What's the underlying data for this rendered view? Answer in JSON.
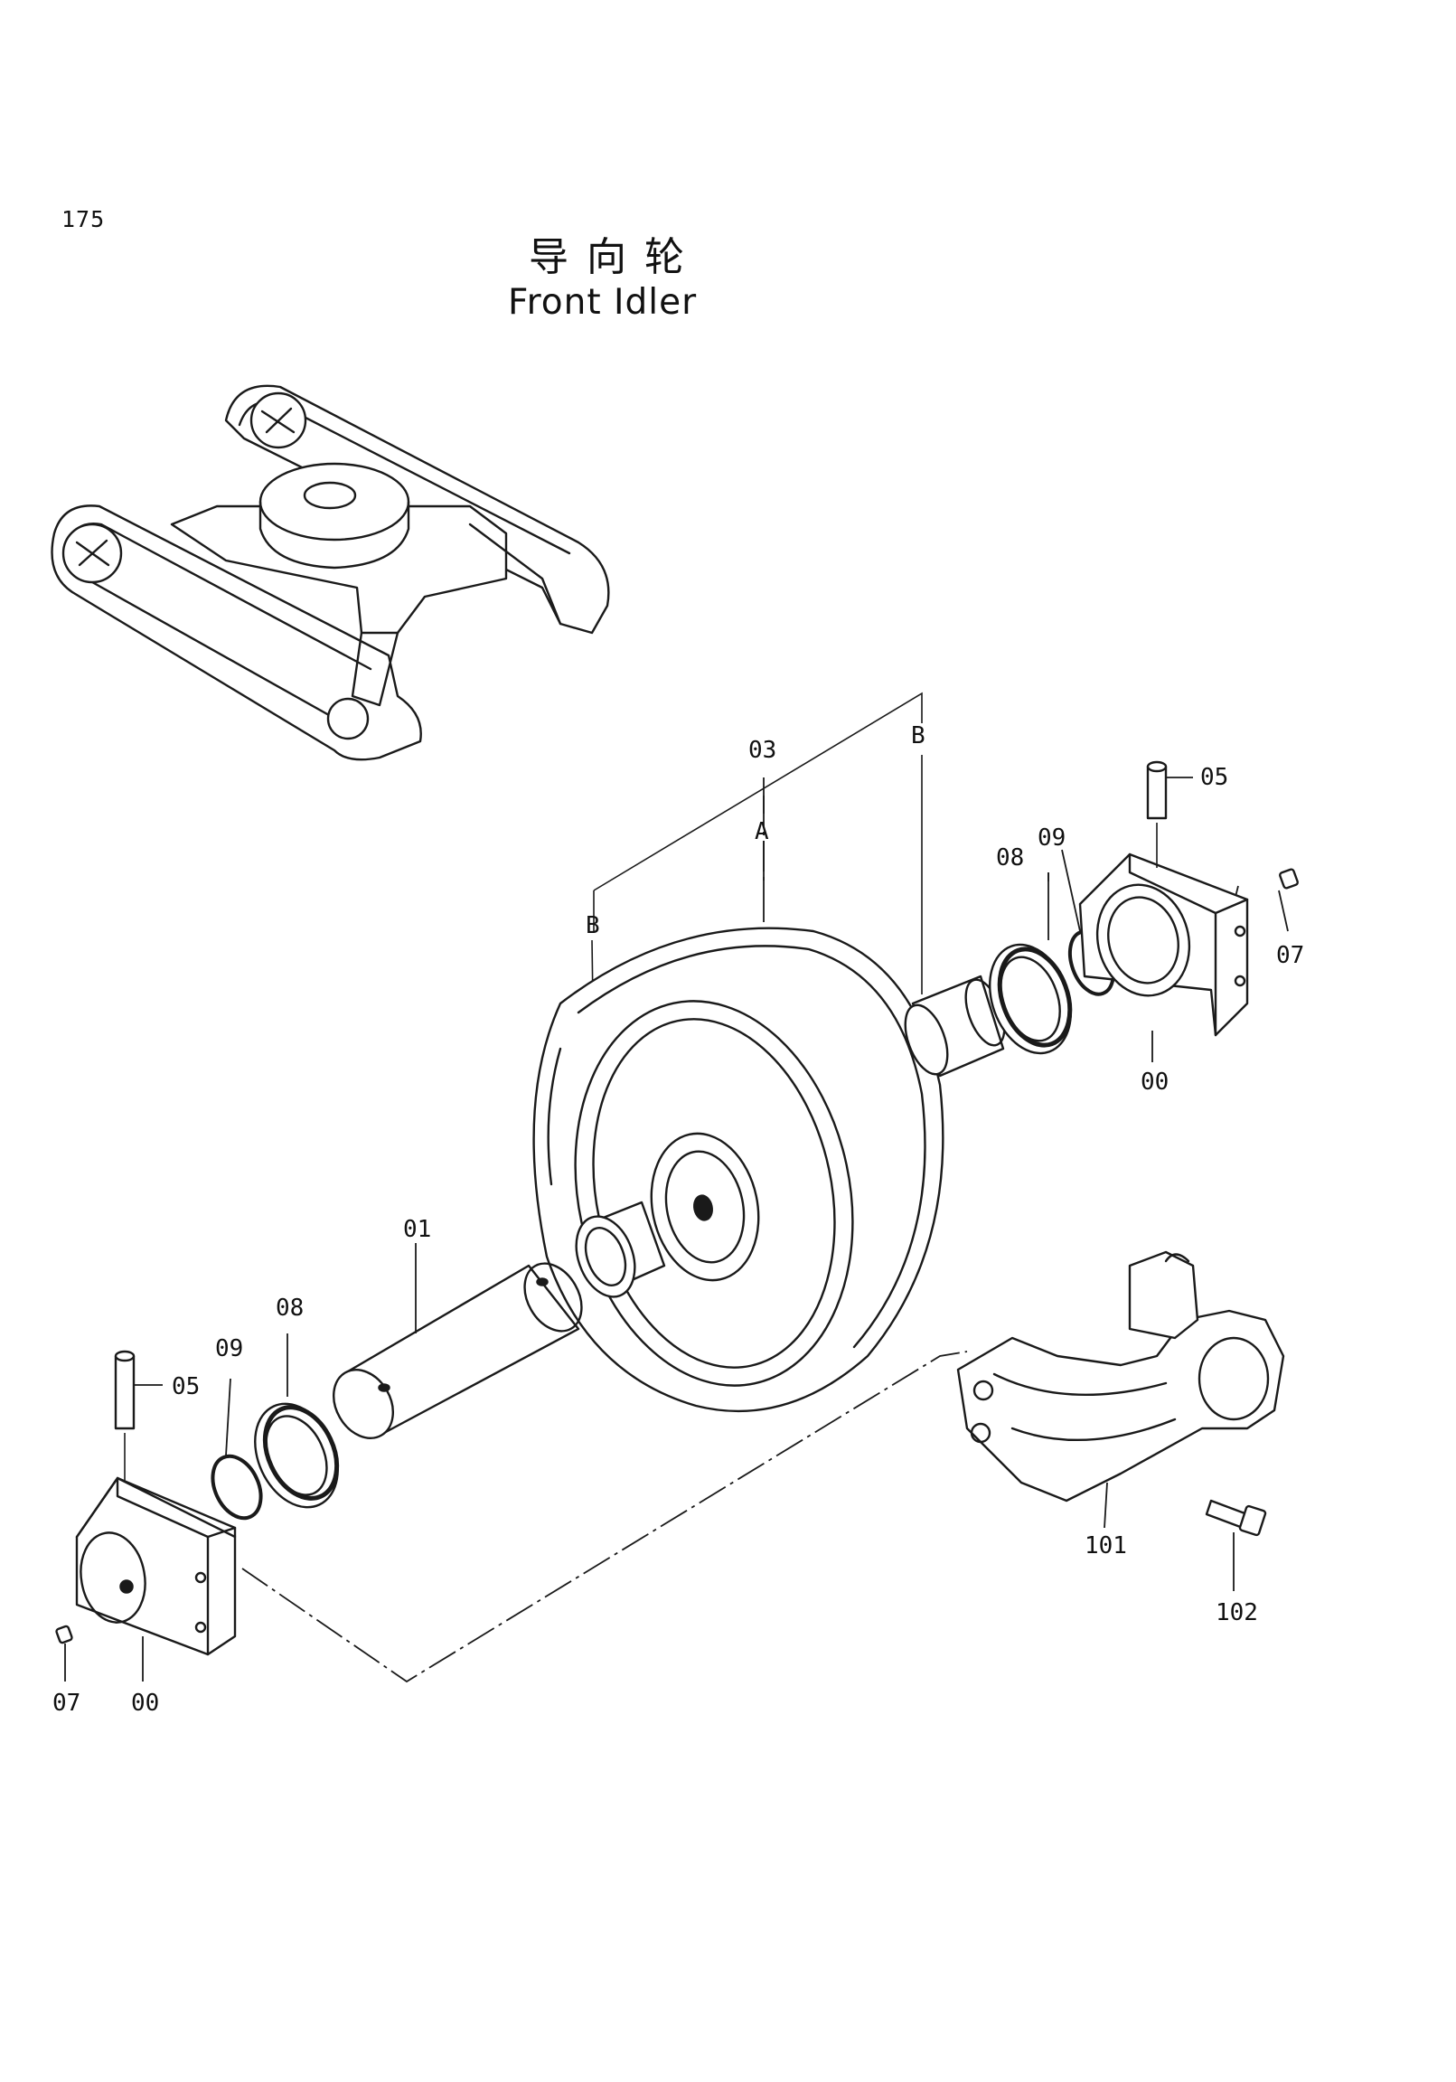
{
  "page": {
    "number": "175",
    "title_cn": "导向轮",
    "title_en": "Front Idler"
  },
  "callouts": {
    "c03": "03",
    "cA": "A",
    "cB_top": "B",
    "cB_left": "B",
    "c05_right": "05",
    "c08_right": "08",
    "c09_right": "09",
    "c07_right": "07",
    "c00_right": "00",
    "c01": "01",
    "c08_left": "08",
    "c09_left": "09",
    "c05_left": "05",
    "c07_left": "07",
    "c00_left": "00",
    "c101": "101",
    "c102": "102"
  }
}
